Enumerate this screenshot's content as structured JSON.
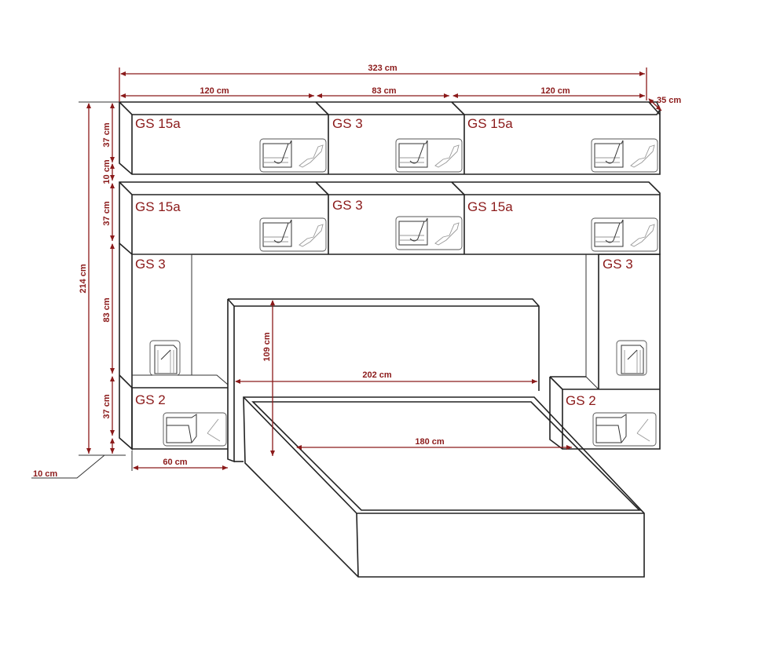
{
  "diagram": {
    "type": "furniture-dimension-drawing",
    "colors": {
      "dimension": "#8b1a1a",
      "outline": "#222222",
      "background": "#ffffff"
    },
    "dimensions": {
      "total_width": "323 cm",
      "top_segment_left": "120 cm",
      "top_segment_middle": "83 cm",
      "top_segment_right": "120 cm",
      "depth": "35 cm",
      "total_height": "214 cm",
      "row1_height": "37 cm",
      "gap_height": "10 cm",
      "row2_height": "37 cm",
      "column_height": "83 cm",
      "bottom_height": "37 cm",
      "floor_gap": "10 cm",
      "nightstand_width": "60 cm",
      "headboard_height": "109 cm",
      "headboard_width": "202 cm",
      "bed_width": "180 cm"
    },
    "modules": {
      "top_left": "GS 15a",
      "top_middle": "GS 3",
      "top_right": "GS 15a",
      "mid_left": "GS 15a",
      "mid_middle": "GS 3",
      "mid_right": "GS 15a",
      "column_left": "GS 3",
      "column_right": "GS 3",
      "bottom_left": "GS 2",
      "bottom_right": "GS 2"
    }
  }
}
